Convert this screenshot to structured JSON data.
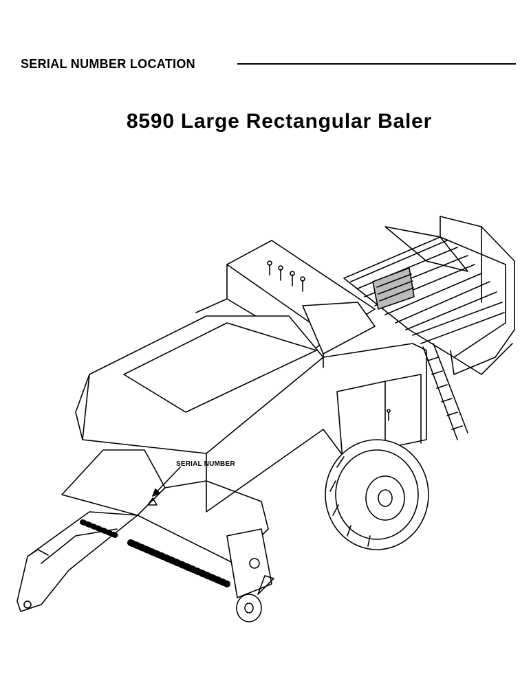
{
  "header": {
    "section_label": "SERIAL NUMBER LOCATION"
  },
  "title": "8590 Large Rectangular Baler",
  "illustration": {
    "subject": "baler-line-drawing",
    "callout": "SERIAL NUMBER"
  }
}
